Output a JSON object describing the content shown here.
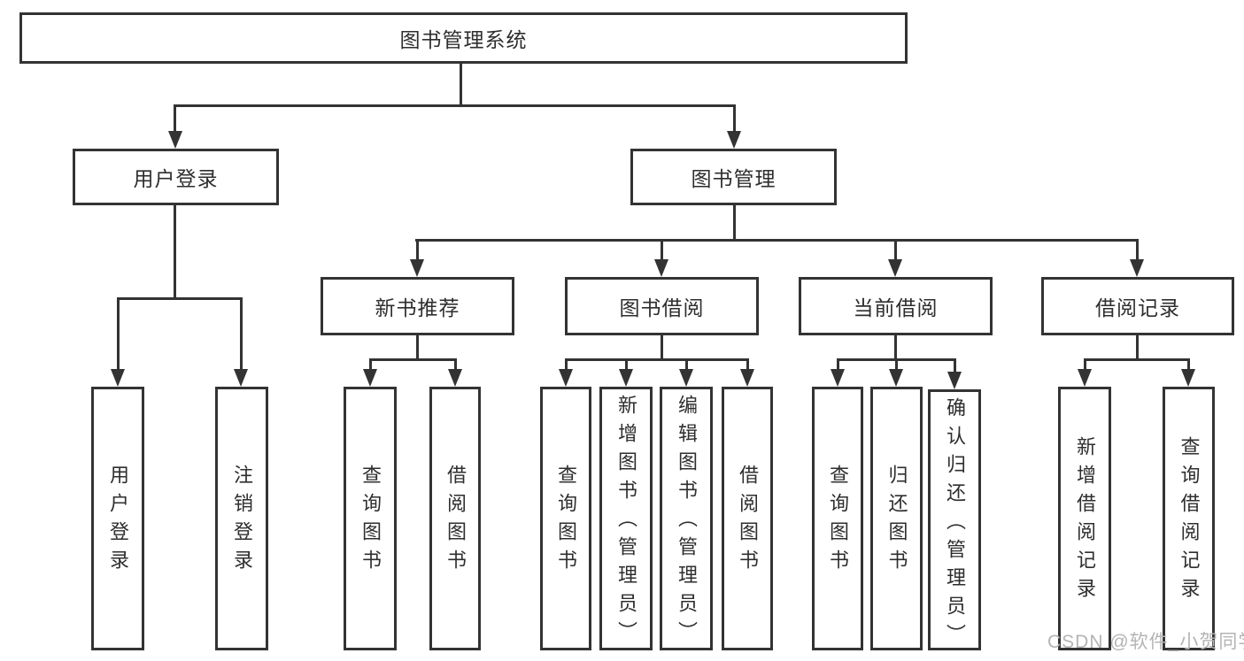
{
  "diagram": {
    "root": {
      "label": "图书管理系统"
    },
    "branches": [
      {
        "label": "用户登录",
        "children": [
          {
            "label": "用户登录"
          },
          {
            "label": "注销登录"
          }
        ]
      },
      {
        "label": "图书管理",
        "children": [
          {
            "label": "新书推荐",
            "children": [
              {
                "label": "查询图书"
              },
              {
                "label": "借阅图书"
              }
            ]
          },
          {
            "label": "图书借阅",
            "children": [
              {
                "label": "查询图书"
              },
              {
                "label": "新增图书（管理员）"
              },
              {
                "label": "编辑图书（管理员）"
              },
              {
                "label": "借阅图书"
              }
            ]
          },
          {
            "label": "当前借阅",
            "children": [
              {
                "label": "查询图书"
              },
              {
                "label": "归还图书"
              },
              {
                "label": "确认归还（管理员）"
              }
            ]
          },
          {
            "label": "借阅记录",
            "children": [
              {
                "label": "新增借阅记录"
              },
              {
                "label": "查询借阅记录"
              }
            ]
          }
        ]
      }
    ],
    "watermark": "CSDN @软件_小贺同学",
    "colors": {
      "line": "#333333",
      "text": "#2e2e2e",
      "watermark": "#b4b4b4",
      "background": "#ffffff"
    }
  }
}
